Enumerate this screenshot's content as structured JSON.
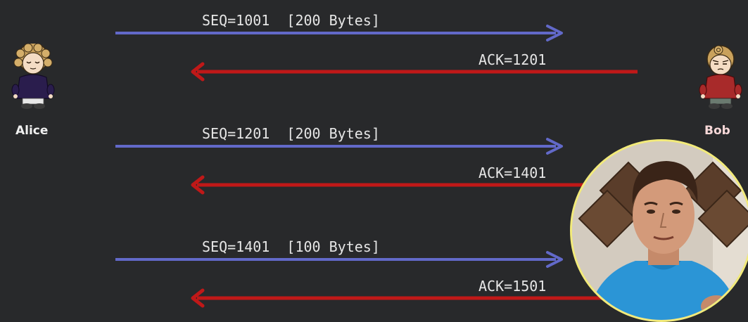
{
  "participants": {
    "left": {
      "name": "Alice",
      "name_color": "#f0f0f0",
      "shirt_color": "#2a1d4d"
    },
    "right": {
      "name": "Bob",
      "name_color": "#f6d7d7",
      "shirt_color": "#a82a2a"
    }
  },
  "colors": {
    "background": "#28292b",
    "seq_arrow": "#6269c9",
    "ack_arrow": "#c01818",
    "webcam_border": "#f2ea7a"
  },
  "messages": [
    {
      "direction": "right",
      "label": "SEQ=1001  [200 Bytes]"
    },
    {
      "direction": "left",
      "label": "ACK=1201"
    },
    {
      "direction": "right",
      "label": "SEQ=1201  [200 Bytes]"
    },
    {
      "direction": "left",
      "label": "ACK=1401"
    },
    {
      "direction": "right",
      "label": "SEQ=1401  [100 Bytes]"
    },
    {
      "direction": "left",
      "label": "ACK=1501"
    }
  ],
  "presenter": {
    "description": "presenter-webcam-overlay"
  }
}
